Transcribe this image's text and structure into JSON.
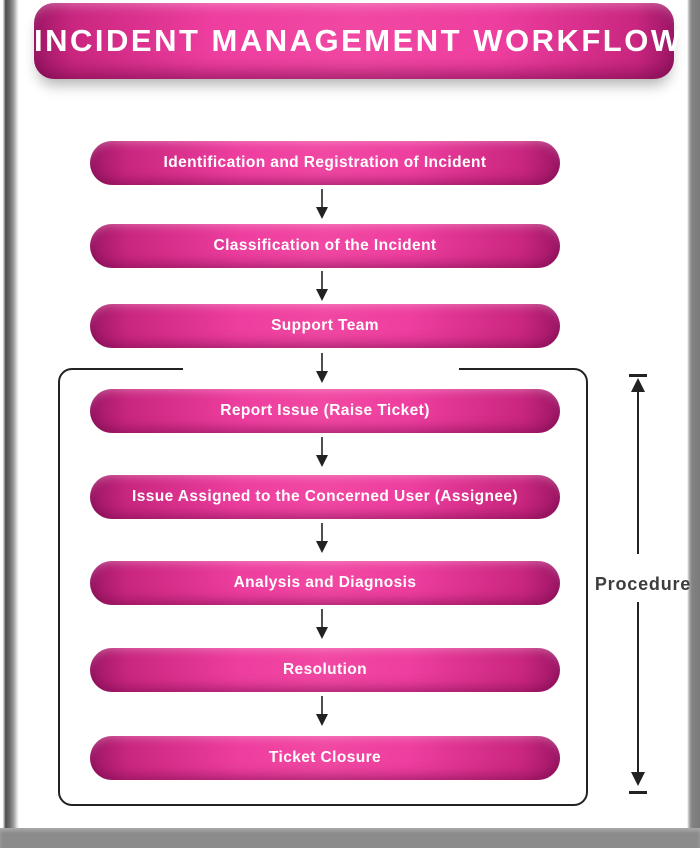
{
  "title": "INCIDENT MANAGEMENT WORKFLOW",
  "steps": [
    {
      "label": "Identification and Registration of Incident"
    },
    {
      "label": "Classification of the Incident"
    },
    {
      "label": "Support Team"
    },
    {
      "label": "Report Issue (Raise Ticket)"
    },
    {
      "label": "Issue Assigned to the Concerned User (Assignee)"
    },
    {
      "label": "Analysis and Diagnosis"
    },
    {
      "label": "Resolution"
    },
    {
      "label": "Ticket Closure"
    }
  ],
  "procedure_group": {
    "label": "Procedure"
  },
  "colors": {
    "pink_bright": "#ee3e9f",
    "pink_edge": "#9e1766",
    "banner_text": "#ffffff",
    "line": "#222222",
    "procedure_text": "#3d3d3d",
    "page_edge_gray": "#7e7e7e"
  }
}
